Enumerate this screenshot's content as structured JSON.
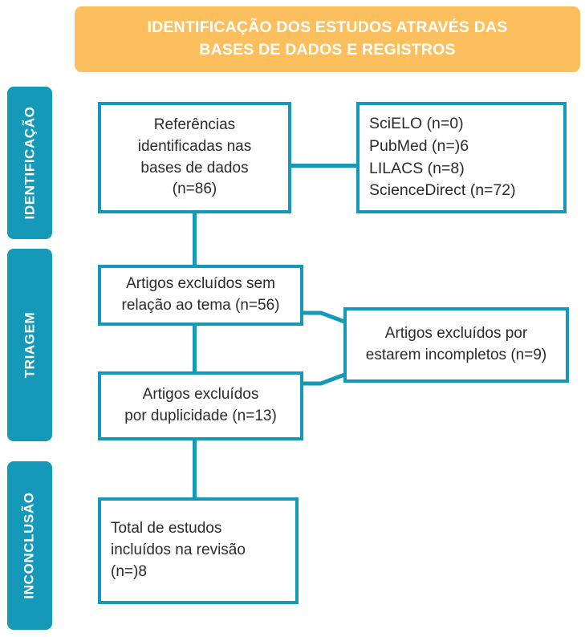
{
  "colors": {
    "teal": "#1499b8",
    "orange": "#fcbf5d",
    "text": "#2b2b2b",
    "white": "#ffffff"
  },
  "header": {
    "title": "IDENTIFICAÇÃO DOS ESTUDOS ATRAVÉS DAS\nBASES DE DADOS E REGISTROS"
  },
  "stages": [
    {
      "id": "identificacao",
      "label": "IDENTIFICAÇÃO"
    },
    {
      "id": "triagem",
      "label": "TRIAGEM"
    },
    {
      "id": "inconclusao",
      "label": "INCONCLUSÃO"
    }
  ],
  "boxes": {
    "referencias": {
      "text": "Referências\nidentificadas nas\nbases de dados\n(n=86)",
      "count": 86
    },
    "bases": {
      "text": "SciELO (n=0)\nPubMed (n=)6\nLILACS (n=8)\nScienceDirect (n=72)",
      "entries": [
        {
          "name": "SciELO",
          "n": 0,
          "label": "SciELO (n=0)"
        },
        {
          "name": "PubMed",
          "n": 6,
          "label": "PubMed (n=)6"
        },
        {
          "name": "LILACS",
          "n": 8,
          "label": "LILACS (n=8)"
        },
        {
          "name": "ScienceDirect",
          "n": 72,
          "label": "ScienceDirect (n=72)"
        }
      ]
    },
    "excluidos_tema": {
      "text": "Artigos excluídos  sem\nrelação ao tema (n=56)",
      "count": 56
    },
    "incompletos": {
      "text": "Artigos excluídos por\nestarem incompletos (n=9)",
      "count": 9
    },
    "duplicidade": {
      "text": "Artigos excluídos\npor duplicidade (n=13)",
      "count": 13
    },
    "total": {
      "text": "Total de estudos\nincluídos na revisão\n(n=)8",
      "count": 8
    }
  }
}
